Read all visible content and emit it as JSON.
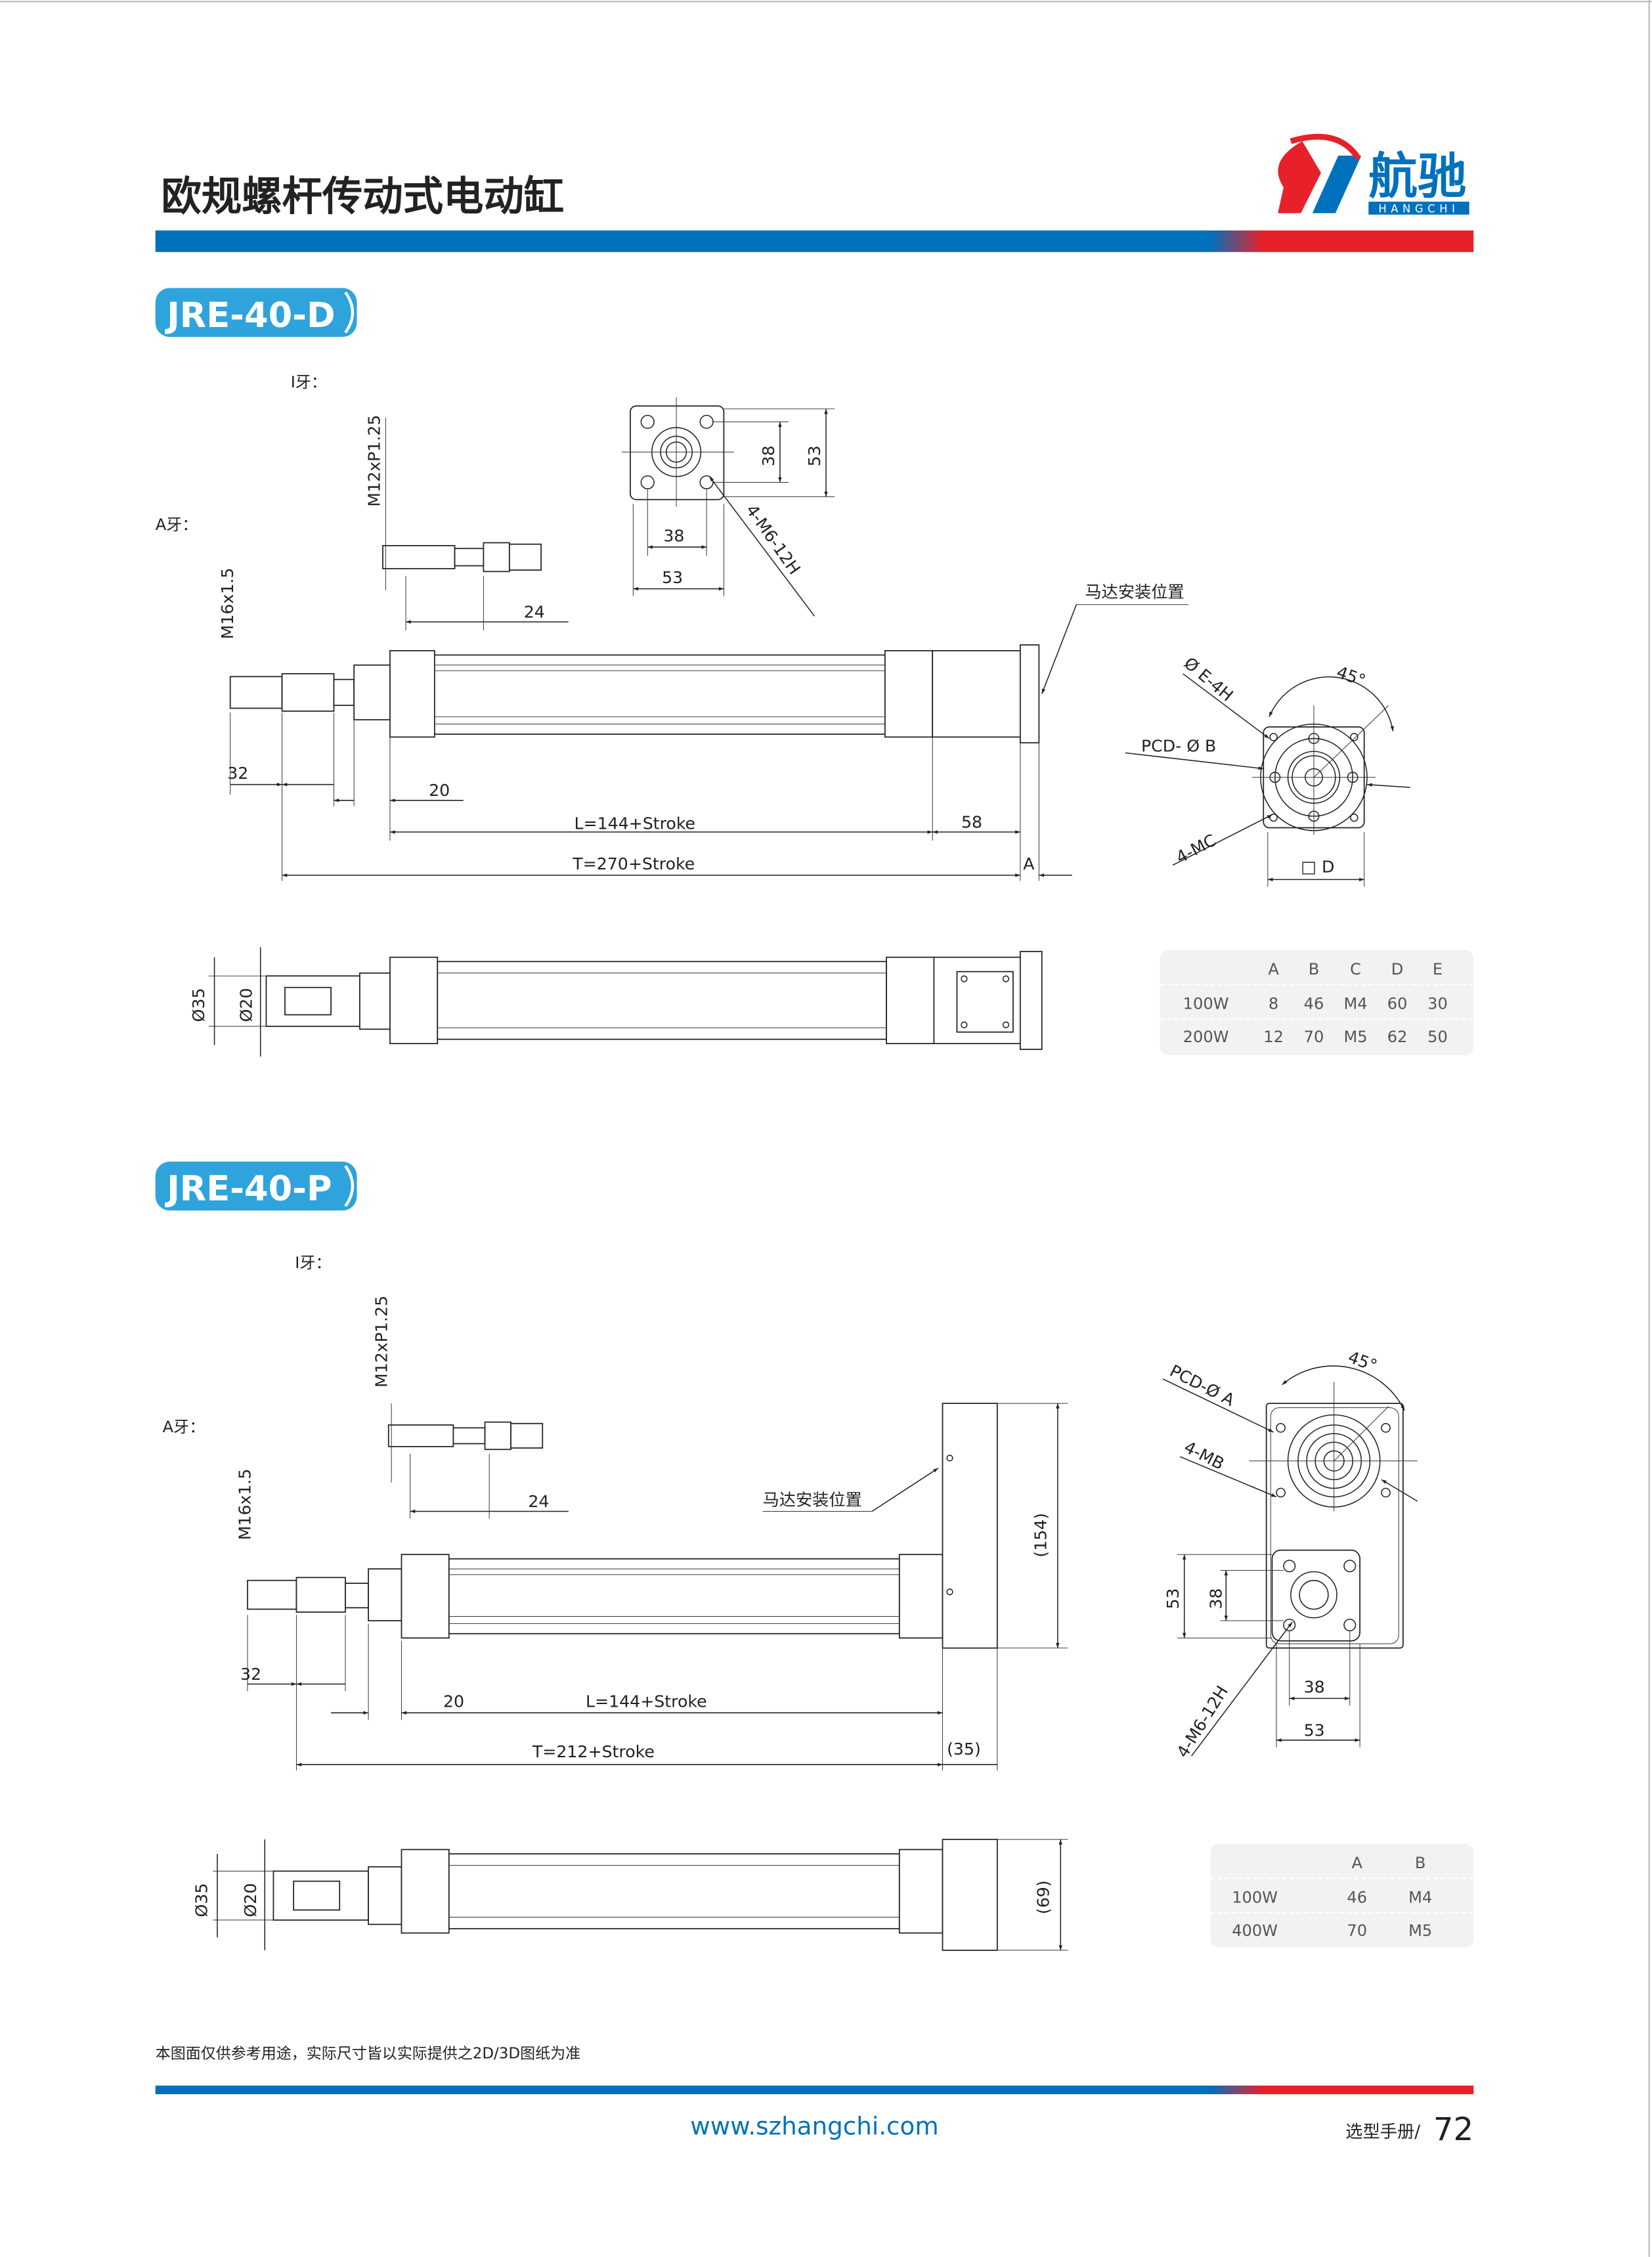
{
  "header": {
    "title": "欧规螺杆传动式电动缸",
    "logo": {
      "cn": "航驰",
      "en": "HANGCHI"
    },
    "colors": {
      "blue": "#0071BC",
      "red": "#E8202A",
      "badge": "#2EA3DC"
    }
  },
  "section_d": {
    "badge": "JRE-40-D",
    "i_thread_label": "I牙：",
    "a_thread_label": "A牙：",
    "i_thread_spec": "M12xP1.25",
    "a_thread_spec": "M16x1.5",
    "dim_24": "24",
    "flange_38v": "38",
    "flange_53v": "53",
    "flange_38h": "38",
    "flange_53h": "53",
    "flange_holes": "4-M6-12H",
    "motor_position": "马达安装位置",
    "dim_32": "32",
    "dim_20": "20",
    "dim_L": "L=144+Stroke",
    "dim_58": "58",
    "dim_T": "T=270+Stroke",
    "dim_A": "A",
    "motor_E": "Ø E-4H",
    "motor_angle": "45°",
    "motor_PCD": "PCD- Ø B",
    "motor_MC": "4-MC",
    "motor_D": "□ D",
    "side_d35": "Ø35",
    "side_d20": "Ø20",
    "table": {
      "headers": [
        "",
        "A",
        "B",
        "C",
        "D",
        "E"
      ],
      "rows": [
        [
          "100W",
          "8",
          "46",
          "M4",
          "60",
          "30"
        ],
        [
          "200W",
          "12",
          "70",
          "M5",
          "62",
          "50"
        ]
      ]
    }
  },
  "section_p": {
    "badge": "JRE-40-P",
    "i_thread_label": "I牙：",
    "a_thread_label": "A牙：",
    "i_thread_spec": "M12xP1.25",
    "a_thread_spec": "M16x1.5",
    "dim_24": "24",
    "motor_position": "马达安装位置",
    "dim_154": "(154)",
    "dim_32": "32",
    "dim_20": "20",
    "dim_L": "L=144+Stroke",
    "dim_T": "T=212+Stroke",
    "dim_35": "(35)",
    "dim_69": "(69)",
    "side_d35": "Ø35",
    "side_d20": "Ø20",
    "motor_PCD": "PCD-Ø A",
    "motor_MB": "4-MB",
    "motor_angle": "45°",
    "flange_53v": "53",
    "flange_38v": "38",
    "flange_38h": "38",
    "flange_53h": "53",
    "flange_holes": "4-M6-12H",
    "table": {
      "headers": [
        "",
        "A",
        "B"
      ],
      "rows": [
        [
          "100W",
          "46",
          "M4"
        ],
        [
          "400W",
          "70",
          "M5"
        ]
      ]
    }
  },
  "footer": {
    "note": "本图面仅供参考用途，实际尺寸皆以实际提供之2D/3D图纸为准",
    "url": "www.szhangchi.com",
    "catalog": "选型手册/",
    "page": "72"
  }
}
